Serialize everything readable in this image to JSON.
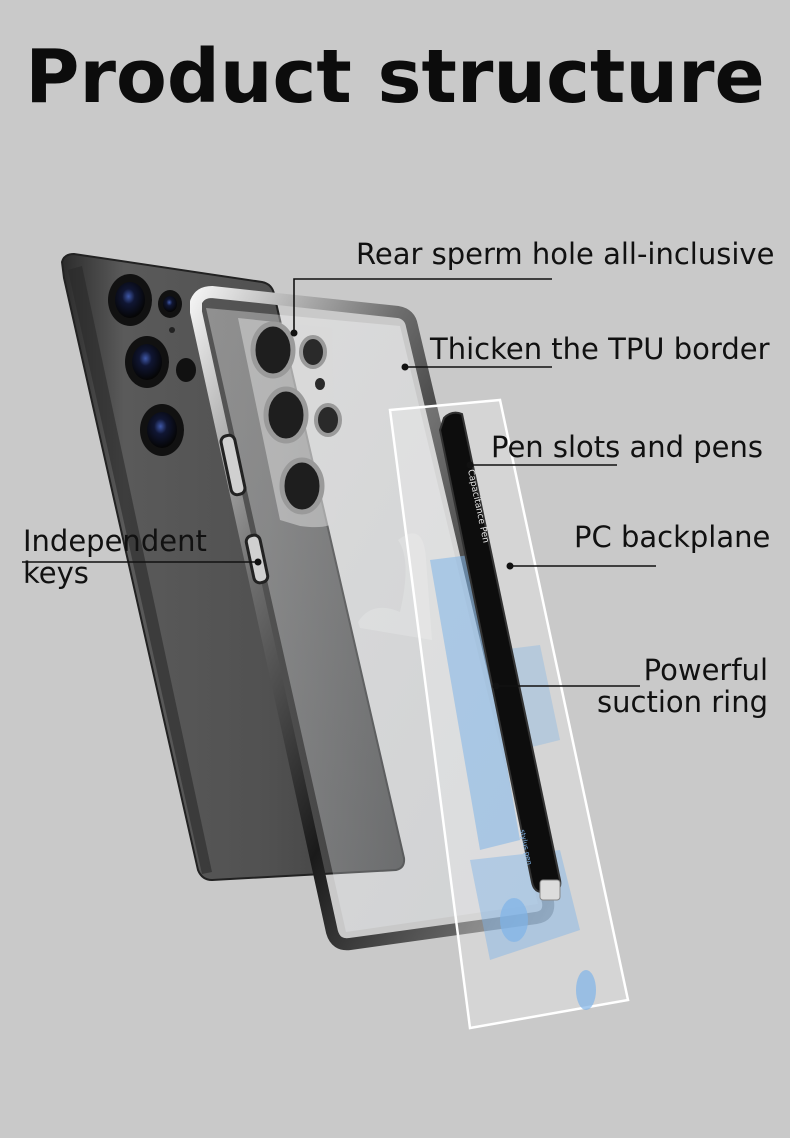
{
  "title": "Product structure",
  "callouts": {
    "rear_hole": "Rear sperm hole all-inclusive",
    "tpu_border": "Thicken the TPU border",
    "pen_slots": "Pen slots and pens",
    "pc_backplane": "PC backplane",
    "keys_line1": "Independent",
    "keys_line2": "keys",
    "suction_line1": "Powerful",
    "suction_line2": "suction ring"
  },
  "pen_text": {
    "brand": "Capacitance Pen",
    "small": "stylus pen"
  },
  "colors": {
    "background": "#c9c9c9",
    "phone_body": "#4a4a4a",
    "frame_chrome": "#2b2b2b",
    "accent_blue": "#7fb4e8"
  }
}
